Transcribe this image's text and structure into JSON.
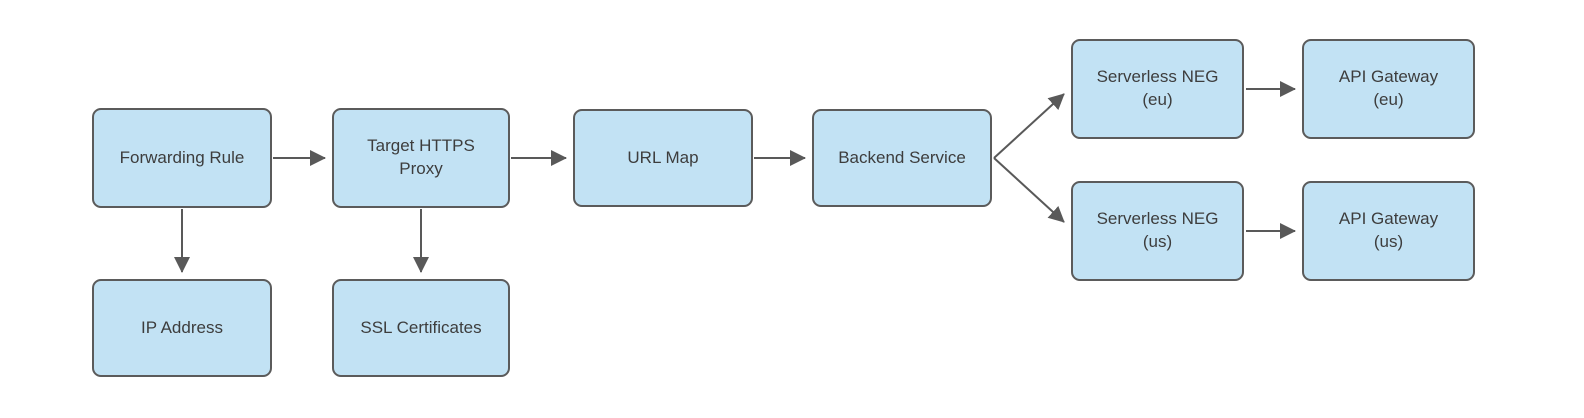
{
  "diagram": {
    "type": "flowchart",
    "colors": {
      "node_fill": "#c2e2f4",
      "node_border": "#5b5b5b",
      "connector": "#595959",
      "text": "#3d3d3d",
      "background": "#ffffff"
    },
    "nodes": {
      "forwarding_rule": {
        "label": "Forwarding Rule"
      },
      "target_https_proxy": {
        "label": "Target HTTPS\nProxy"
      },
      "url_map": {
        "label": "URL Map"
      },
      "backend_service": {
        "label": "Backend Service"
      },
      "serverless_neg_eu": {
        "label": "Serverless NEG\n(eu)"
      },
      "api_gateway_eu": {
        "label": "API Gateway\n(eu)"
      },
      "serverless_neg_us": {
        "label": "Serverless NEG\n(us)"
      },
      "api_gateway_us": {
        "label": "API Gateway\n(us)"
      },
      "ip_address": {
        "label": "IP Address"
      },
      "ssl_certificates": {
        "label": "SSL Certificates"
      }
    },
    "edges": [
      {
        "from": "forwarding_rule",
        "to": "target_https_proxy"
      },
      {
        "from": "forwarding_rule",
        "to": "ip_address"
      },
      {
        "from": "target_https_proxy",
        "to": "url_map"
      },
      {
        "from": "target_https_proxy",
        "to": "ssl_certificates"
      },
      {
        "from": "url_map",
        "to": "backend_service"
      },
      {
        "from": "backend_service",
        "to": "serverless_neg_eu"
      },
      {
        "from": "backend_service",
        "to": "serverless_neg_us"
      },
      {
        "from": "serverless_neg_eu",
        "to": "api_gateway_eu"
      },
      {
        "from": "serverless_neg_us",
        "to": "api_gateway_us"
      }
    ]
  }
}
